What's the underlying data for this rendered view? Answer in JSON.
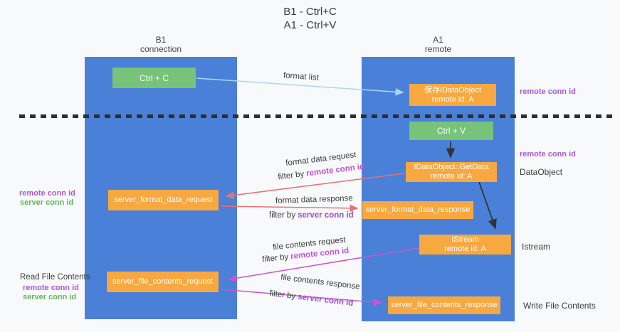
{
  "title": {
    "line1": "B1 - Ctrl+C",
    "line2": "A1 - Ctrl+V"
  },
  "lanes": {
    "left": {
      "name": "B1",
      "role": "connection"
    },
    "right": {
      "name": "A1",
      "role": "remote"
    }
  },
  "nodes": {
    "ctrl_c": {
      "label": "Ctrl + C"
    },
    "ctrl_v": {
      "label": "Ctrl + V"
    },
    "save_dataobject": {
      "line1": "保存IDataObject",
      "line2": "remote id: A"
    },
    "getdata": {
      "line1": "IDataObject::GetData",
      "line2": "remote id: A"
    },
    "istream": {
      "line1": "IStream",
      "line2": "remote id: A"
    },
    "format_request": {
      "label": "server_format_data_request"
    },
    "format_response": {
      "label": "server_format_data_response"
    },
    "file_request": {
      "label": "server_file_contents_request"
    },
    "file_response": {
      "label": "server_file_contents_response"
    }
  },
  "edge_labels": {
    "format_list": "format list",
    "format_data_request": "format data request",
    "format_data_response": "format data response",
    "file_contents_request": "file contents request",
    "file_contents_response": "file contents response",
    "filter_by": "filter by",
    "remote_conn_id": "remote conn id",
    "server_conn_id": "server conn id"
  },
  "side_labels": {
    "remote_conn_id": "remote conn id",
    "server_conn_id": "server conn id",
    "dataobject": "DataObject",
    "istream": "Istream",
    "read_file_contents": "Read File Contents",
    "write_file_contents": "Write File Contents"
  },
  "colors": {
    "background": "#f8f9fa",
    "lane_blue": "#4a80d8",
    "node_green": "#77c379",
    "node_orange": "#f8a840",
    "arrow_lightblue": "#a9d7f5",
    "arrow_red": "#e57373",
    "arrow_black": "#333333",
    "arrow_magenta": "#cc55cc",
    "label_purple": "#a95ad8",
    "label_magenta": "#c74fd4",
    "label_violet": "#9a4fd6",
    "label_green": "#5cb85c",
    "dashed_line": "#2e2e2e",
    "text_dark": "#3c3c3c"
  }
}
